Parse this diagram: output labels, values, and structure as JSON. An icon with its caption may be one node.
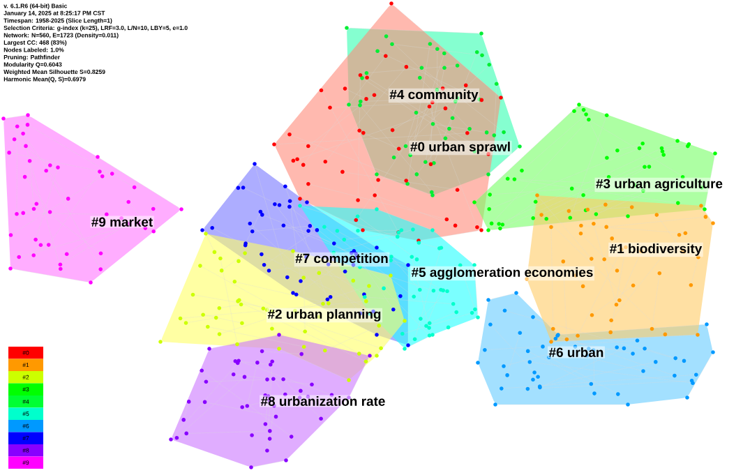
{
  "diagram": {
    "nodes": [
      {
        "text": [
          "#4 community"
        ]
      },
      {
        "text": [
          "#0 urban sprawl"
        ]
      },
      {
        "text": [
          "#3 urban agriculture"
        ]
      },
      {
        "text": [
          "#9 market"
        ]
      },
      {
        "text": [
          "#1 biodiversity"
        ]
      },
      {
        "text": [
          "#7 competition"
        ]
      },
      {
        "text": [
          "#5 agglomeration economies"
        ]
      },
      {
        "text": [
          "#2 urban planning"
        ]
      },
      {
        "text": [
          "#6 urban"
        ]
      },
      {
        "text": [
          "#8 urbanization rate"
        ]
      }
    ],
    "labels": [
      "v. 6.1.R6 (64-bit) Basic",
      "January 14, 2025 at 8:25:17 PM CST",
      "Timespan: 1958-2025 (Slice Length=1)",
      "Selection Criteria: g-index (k=25), LRF=3.0, L/N=10, LBY=5, e=1.0",
      "Network: N=560, E=1723 (Density=0.011)",
      "Largest CC: 468 (83%)",
      "Nodes Labeled: 1.0%",
      "Pruning: Pathfinder",
      "Modularity Q=0.6043",
      "Weighted Mean Silhouette S=0.8259",
      "Harmonic Mean(Q, S)=0.6979"
    ],
    "legend": [
      {
        "text": "#0",
        "color": "#ff0000"
      },
      {
        "text": "#1",
        "color": "#ff9900"
      },
      {
        "text": "#2",
        "color": "#ccff00"
      },
      {
        "text": "#3",
        "color": "#00ff00"
      },
      {
        "text": "#4",
        "color": "#00ff33"
      },
      {
        "text": "#5",
        "color": "#00ffcc"
      },
      {
        "text": "#6",
        "color": "#0099ff"
      },
      {
        "text": "#7",
        "color": "#0000ff"
      },
      {
        "text": "#8",
        "color": "#8800ff"
      },
      {
        "text": "#9",
        "color": "#ff00ff"
      }
    ]
  }
}
